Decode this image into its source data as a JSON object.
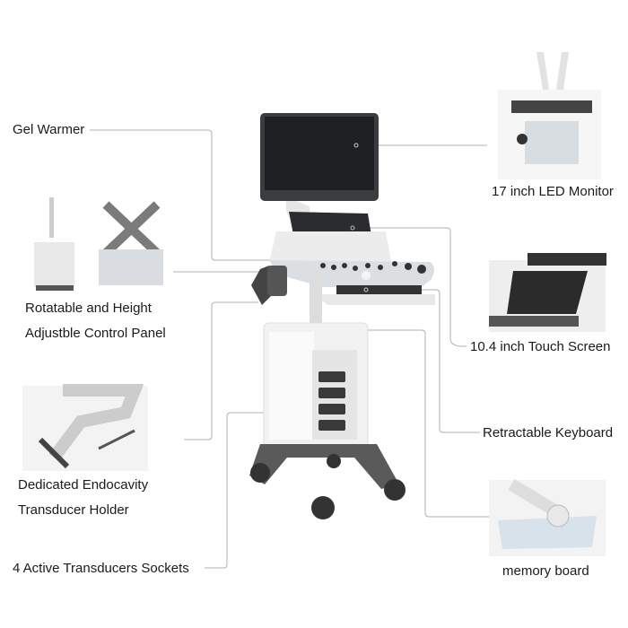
{
  "labels": {
    "gel_warmer": "Gel Warmer",
    "monitor": "17 inch LED Monitor",
    "control_panel_line1": "Rotatable and Height",
    "control_panel_line2": "Adjustble Control Panel",
    "touch_screen": "10.4 inch Touch Screen",
    "endocavity_line1": "Dedicated Endocavity",
    "endocavity_line2": "Transducer Holder",
    "keyboard": "Retractable Keyboard",
    "sockets": "4 Active Transducers Sockets",
    "memory_board": "memory board"
  },
  "colors": {
    "leader": "#b0b0b0",
    "screen": "#2a2a2a",
    "body": "#eeeeee",
    "base": "#555555"
  }
}
